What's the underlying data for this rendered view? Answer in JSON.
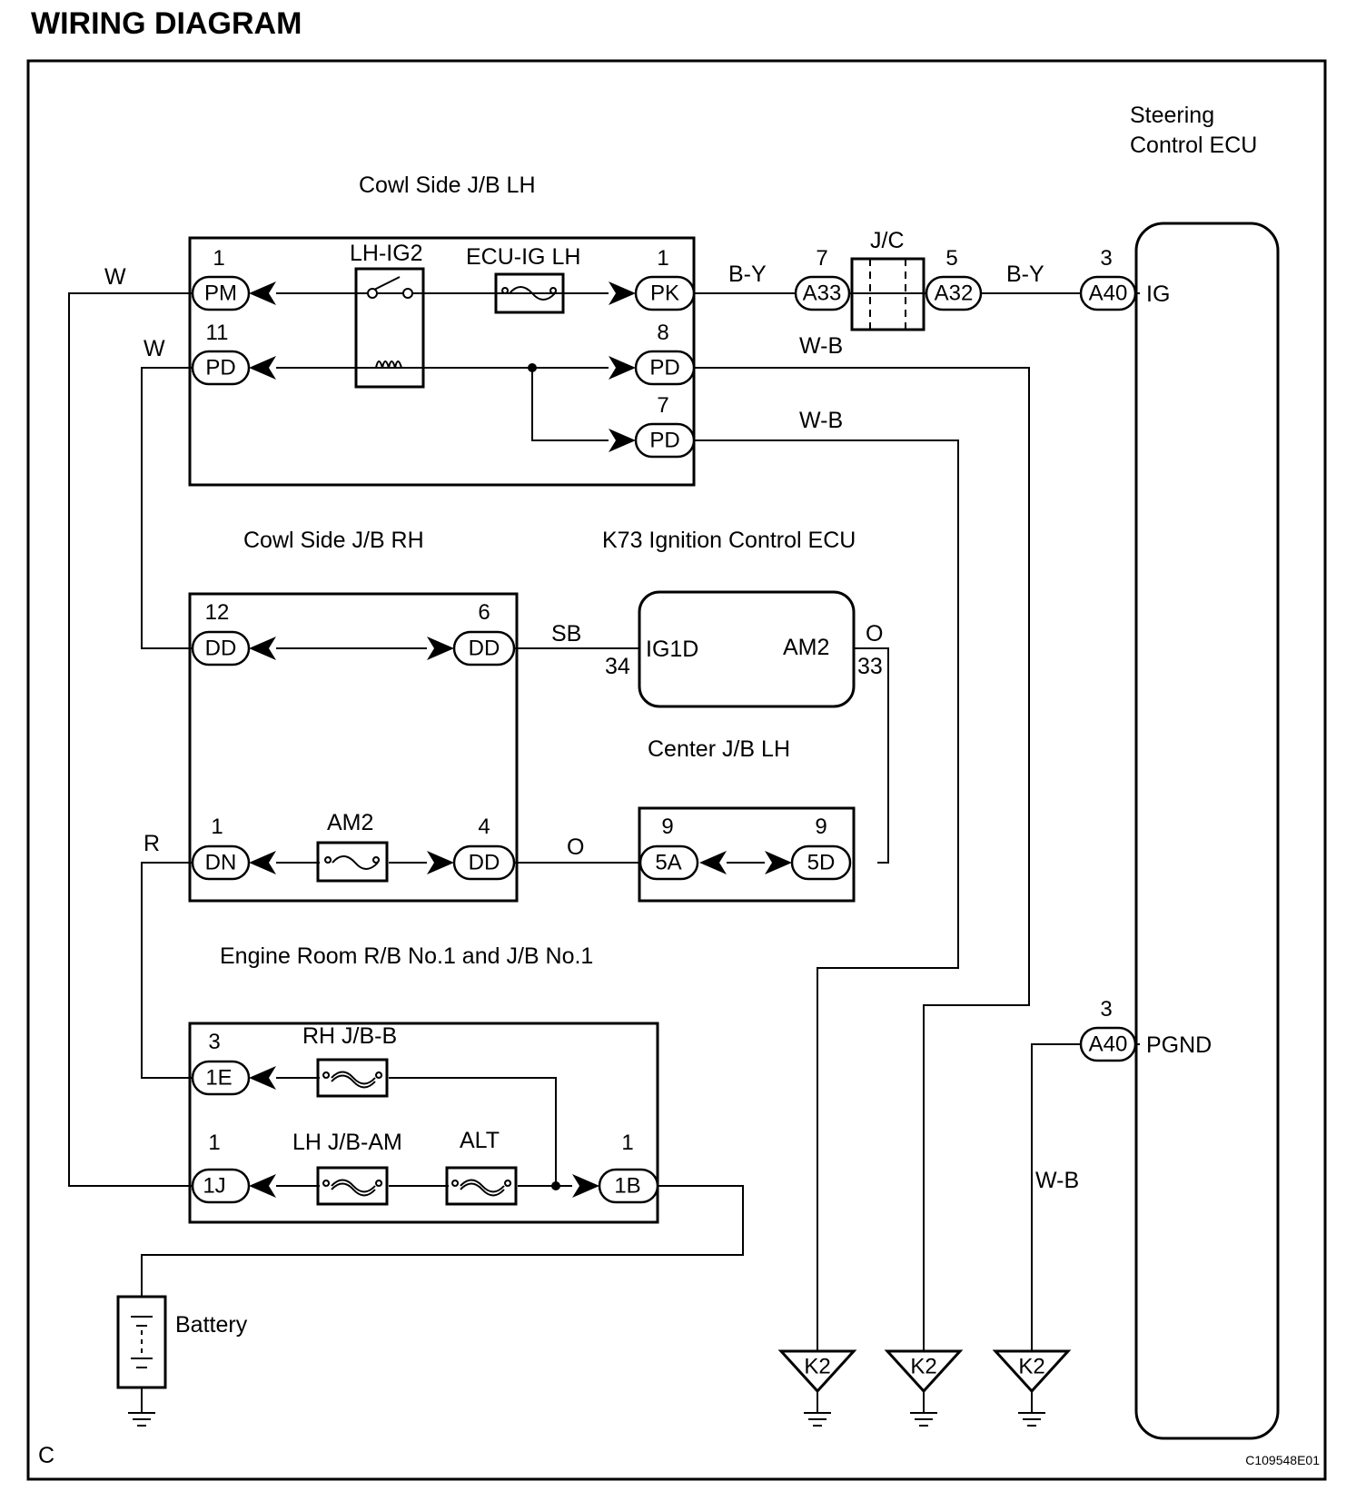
{
  "title": "WIRING DIAGRAM",
  "corner_label": "C",
  "figure_code": "C109548E01",
  "components": {
    "steering_ecu": "Steering\nControl ECU",
    "cowl_lh": "Cowl Side J/B LH",
    "cowl_rh": "Cowl Side J/B RH",
    "k73": "K73 Ignition Control ECU",
    "center_jb": "Center J/B LH",
    "engine_room": "Engine Room R/B No.1 and J/B No.1",
    "battery": "Battery",
    "jc": "J/C"
  },
  "devices": {
    "lh_ig2": "LH-IG2",
    "ecu_ig_lh": "ECU-IG LH",
    "am2_fuse": "AM2",
    "rh_jb_b": "RH J/B-B",
    "lh_jb_am": "LH J/B-AM",
    "alt": "ALT"
  },
  "connectors": {
    "pm": {
      "code": "PM",
      "pin": "1"
    },
    "pd_in": {
      "code": "PD",
      "pin": "11"
    },
    "pk": {
      "code": "PK",
      "pin": "1"
    },
    "pd8": {
      "code": "PD",
      "pin": "8"
    },
    "pd7": {
      "code": "PD",
      "pin": "7"
    },
    "a33": {
      "code": "A33",
      "pin": "7"
    },
    "a32": {
      "code": "A32",
      "pin": "5"
    },
    "a40_ig": {
      "code": "A40",
      "pin": "3"
    },
    "a40_pgnd": {
      "code": "A40",
      "pin": "3"
    },
    "dd12": {
      "code": "DD",
      "pin": "12"
    },
    "dd6": {
      "code": "DD",
      "pin": "6"
    },
    "dn1": {
      "code": "DN",
      "pin": "1"
    },
    "dd4": {
      "code": "DD",
      "pin": "4"
    },
    "c5a": {
      "code": "5A",
      "pin": "9"
    },
    "c5d": {
      "code": "5D",
      "pin": "9"
    },
    "c1e": {
      "code": "1E",
      "pin": "3"
    },
    "c1j": {
      "code": "1J",
      "pin": "1"
    },
    "c1b": {
      "code": "1B",
      "pin": "1"
    }
  },
  "ecu_terminals": {
    "ig": "IG",
    "pgnd": "PGND",
    "ig1d": "IG1D",
    "am2": "AM2",
    "ig1d_pin": "34",
    "am2_pin": "33"
  },
  "wire_colors": {
    "w1": "W",
    "w2": "W",
    "by1": "B-Y",
    "by2": "B-Y",
    "wb1": "W-B",
    "wb2": "W-B",
    "wb3": "W-B",
    "sb": "SB",
    "o1": "O",
    "o2": "O",
    "r": "R"
  },
  "grounds": [
    "K2",
    "K2",
    "K2"
  ]
}
